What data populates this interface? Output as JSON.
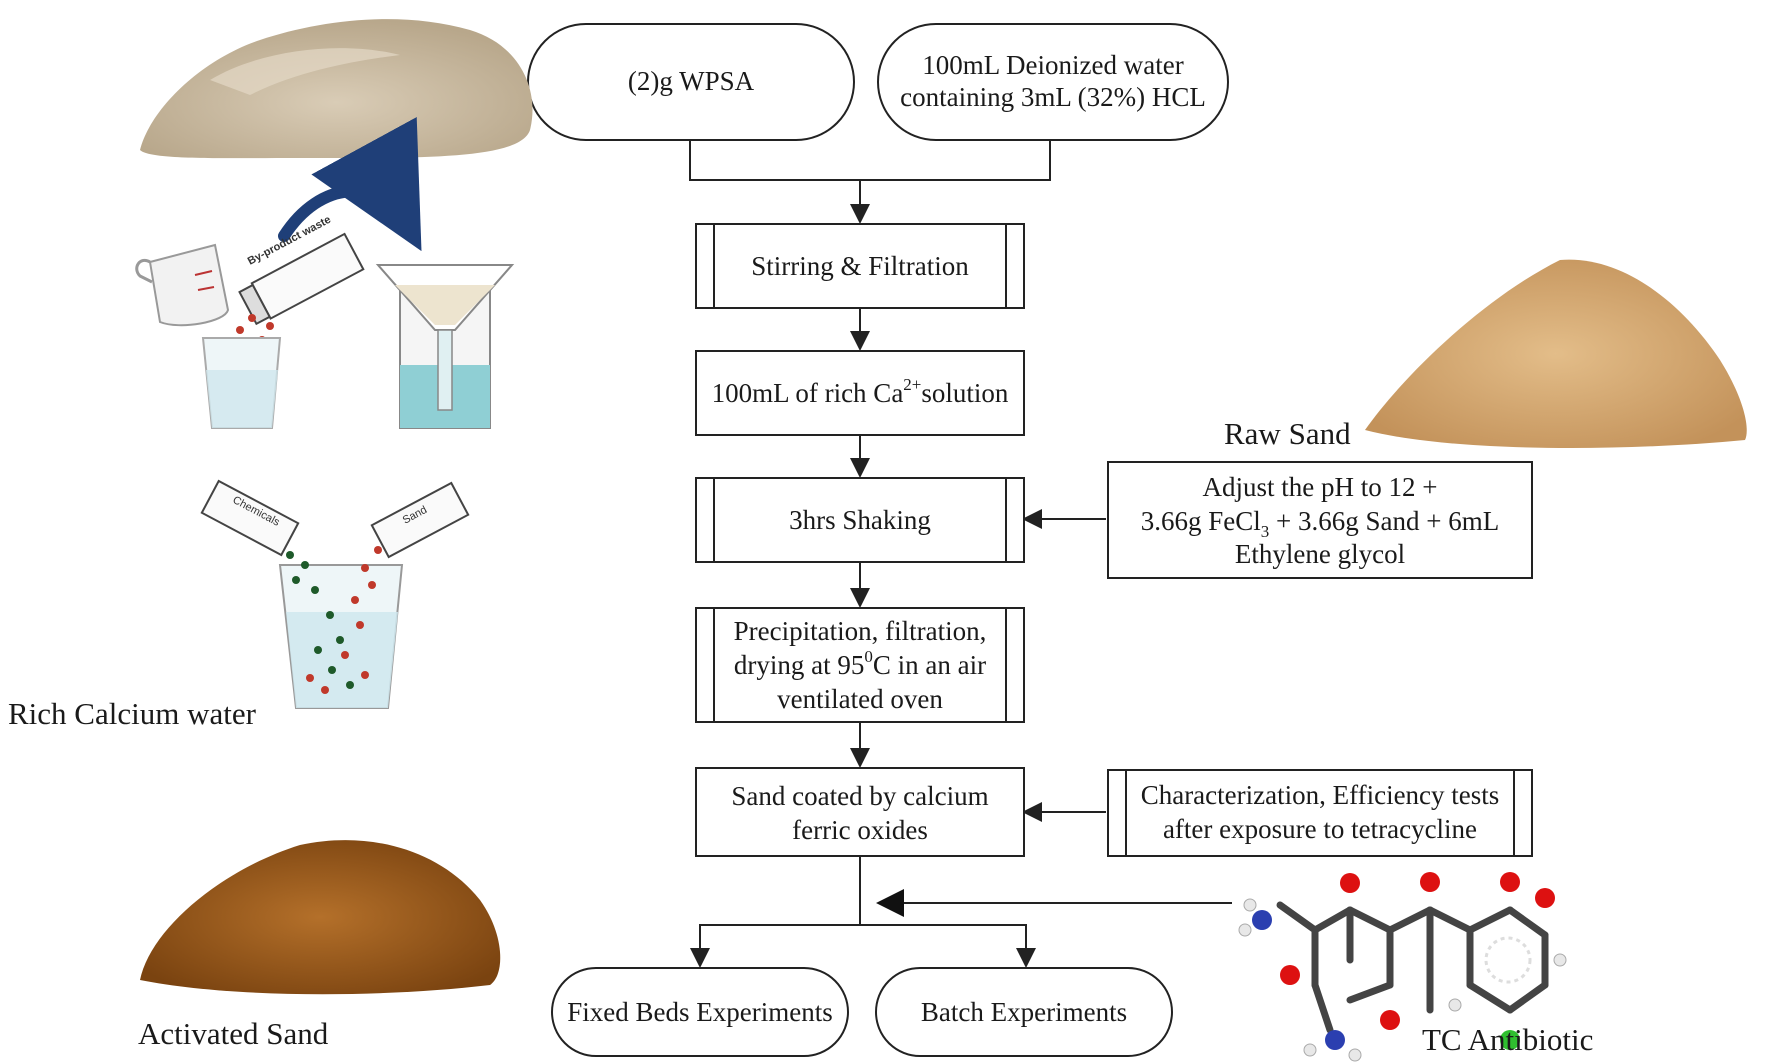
{
  "nodes": {
    "wpsa": "(2)g WPSA",
    "water_line1": "100mL Deionized water",
    "water_line2": "containing 3mL (32%) HCL",
    "stirring": "Stirring & Filtration",
    "ca_solution_pre": "100mL of rich Ca",
    "ca_solution_sup": "2+",
    "ca_solution_post": "solution",
    "shaking": "3hrs Shaking",
    "ph_line1": "Adjust the pH to 12 +",
    "ph_line2_pre": "3.66g FeCl",
    "ph_line2_sub": "3",
    "ph_line2_post": " + 3.66g Sand + 6mL",
    "ph_line3": "Ethylene glycol",
    "precip_line1": "Precipitation, filtration,",
    "precip_line2_pre": "drying at 95",
    "precip_line2_sup": "0",
    "precip_line2_post": "C in an air",
    "precip_line3": "ventilated oven",
    "coated_line1": "Sand coated by calcium",
    "coated_line2": "ferric oxides",
    "charac_line1": "Characterization, Efficiency tests",
    "charac_line2": "after exposure to tetracycline",
    "fixed": "Fixed Beds Experiments",
    "batch": "Batch Experiments"
  },
  "labels": {
    "rich_calcium": "Rich Calcium water",
    "raw_sand": "Raw Sand",
    "activated_sand": "Activated Sand",
    "tc_antibiotic": "TC Antibiotic",
    "byproduct": "By-product waste",
    "chemicals": "Chemicals",
    "sand_box": "Sand"
  },
  "colors": {
    "powder": "#c9b9a0",
    "raw_sand": "#d3a873",
    "activated_sand": "#9a5a1c",
    "water": "#8fcfd4",
    "arrow_blue": "#1f3f78",
    "dots_red": "#c0392b",
    "dots_green": "#1e5a2a"
  }
}
